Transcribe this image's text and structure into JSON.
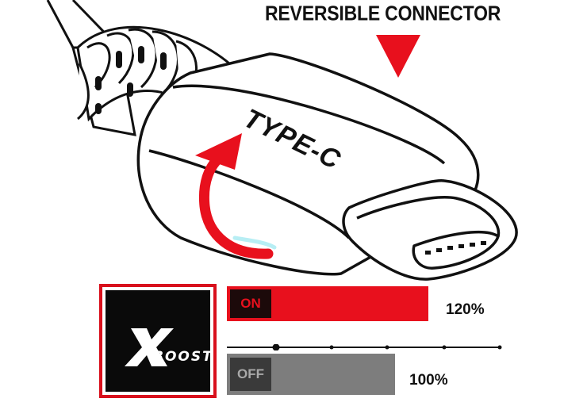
{
  "headline": "REVERSIBLE CONNECTOR",
  "connector_label": "TYPE-C",
  "boost": {
    "mark": "X",
    "word": "BOOST"
  },
  "modes": {
    "on": {
      "label": "ON",
      "percent": "120%",
      "level": 1.2
    },
    "off": {
      "label": "OFF",
      "percent": "100%",
      "level": 1.0
    }
  },
  "colors": {
    "accent_red": "#e8101d",
    "off_gray": "#7d7d7d",
    "ink": "#111111"
  },
  "icons": [
    "down-triangle-icon",
    "rotate-arrow-icon"
  ]
}
